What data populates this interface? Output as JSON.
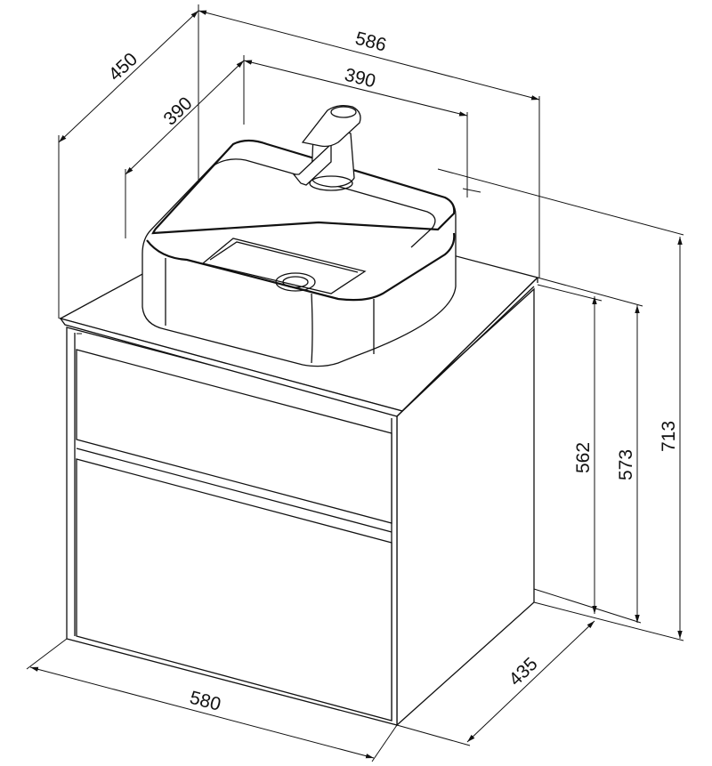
{
  "dimensions": {
    "top_width": "586",
    "top_depth": "450",
    "basin_width": "390",
    "basin_depth": "390",
    "height_body": "562",
    "height_top": "573",
    "height_total": "713",
    "bottom_depth": "435",
    "bottom_width": "580"
  }
}
